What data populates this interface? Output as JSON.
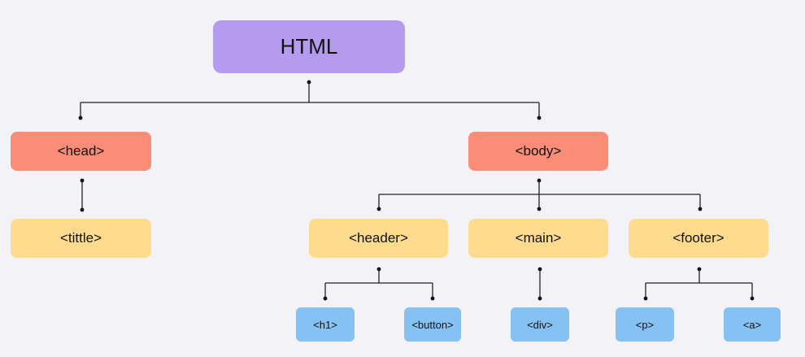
{
  "diagram": {
    "nodes": {
      "html": {
        "label": "HTML",
        "color": "#b59bf0"
      },
      "head": {
        "label": "<head>",
        "color": "#fb8c76"
      },
      "body": {
        "label": "<body>",
        "color": "#fb8c76"
      },
      "tittle": {
        "label": "<tittle>",
        "color": "#fedb8d"
      },
      "header": {
        "label": "<header>",
        "color": "#fedb8d"
      },
      "main": {
        "label": "<main>",
        "color": "#fedb8d"
      },
      "footer": {
        "label": "<footer>",
        "color": "#fedb8d"
      },
      "h1": {
        "label": "<h1>",
        "color": "#86c1f3"
      },
      "button": {
        "label": "<button>",
        "color": "#86c1f3"
      },
      "div": {
        "label": "<div>",
        "color": "#86c1f3"
      },
      "p": {
        "label": "<p>",
        "color": "#86c1f3"
      },
      "a": {
        "label": "<a>",
        "color": "#86c1f3"
      }
    },
    "edges": [
      [
        "html",
        "head"
      ],
      [
        "html",
        "body"
      ],
      [
        "head",
        "tittle"
      ],
      [
        "body",
        "header"
      ],
      [
        "body",
        "main"
      ],
      [
        "body",
        "footer"
      ],
      [
        "header",
        "h1"
      ],
      [
        "header",
        "button"
      ],
      [
        "main",
        "div"
      ],
      [
        "footer",
        "p"
      ],
      [
        "footer",
        "a"
      ]
    ]
  }
}
